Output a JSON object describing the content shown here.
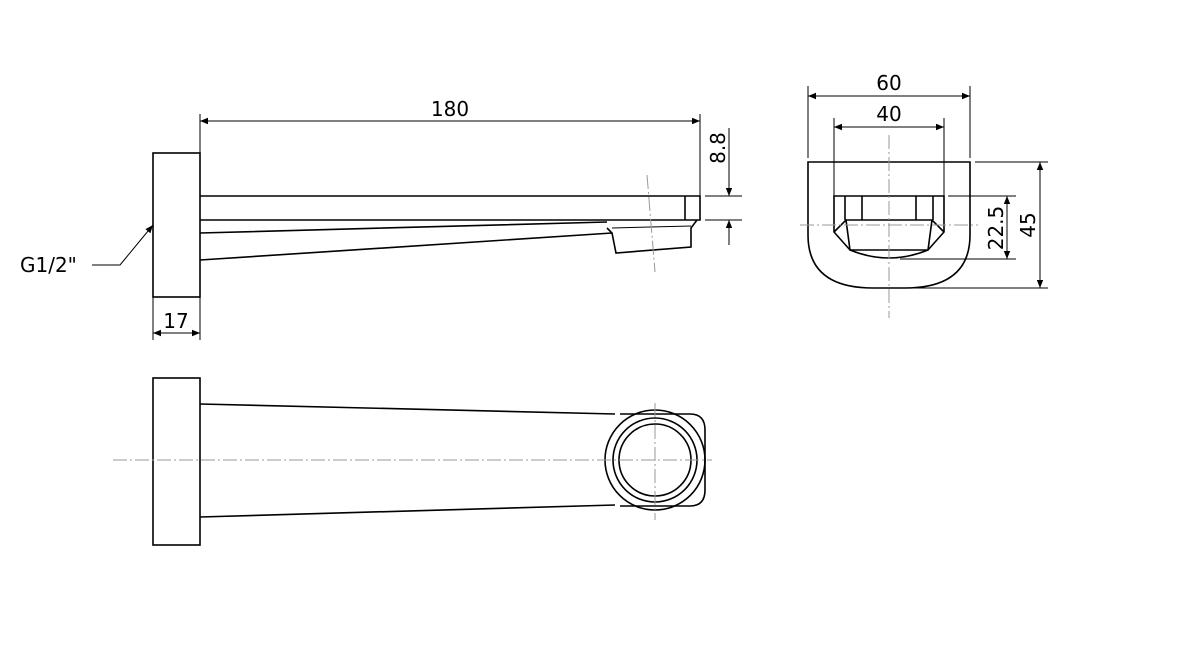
{
  "drawing": {
    "thread_label": "G1/2\"",
    "dimensions": {
      "length": "180",
      "outlet_height": "8.8",
      "flange_thickness": "17",
      "width": "60",
      "inner_width": "40",
      "outlet_depth": "22.5",
      "height": "45"
    },
    "line_color": "#000000",
    "centerline_color": "#999999"
  }
}
